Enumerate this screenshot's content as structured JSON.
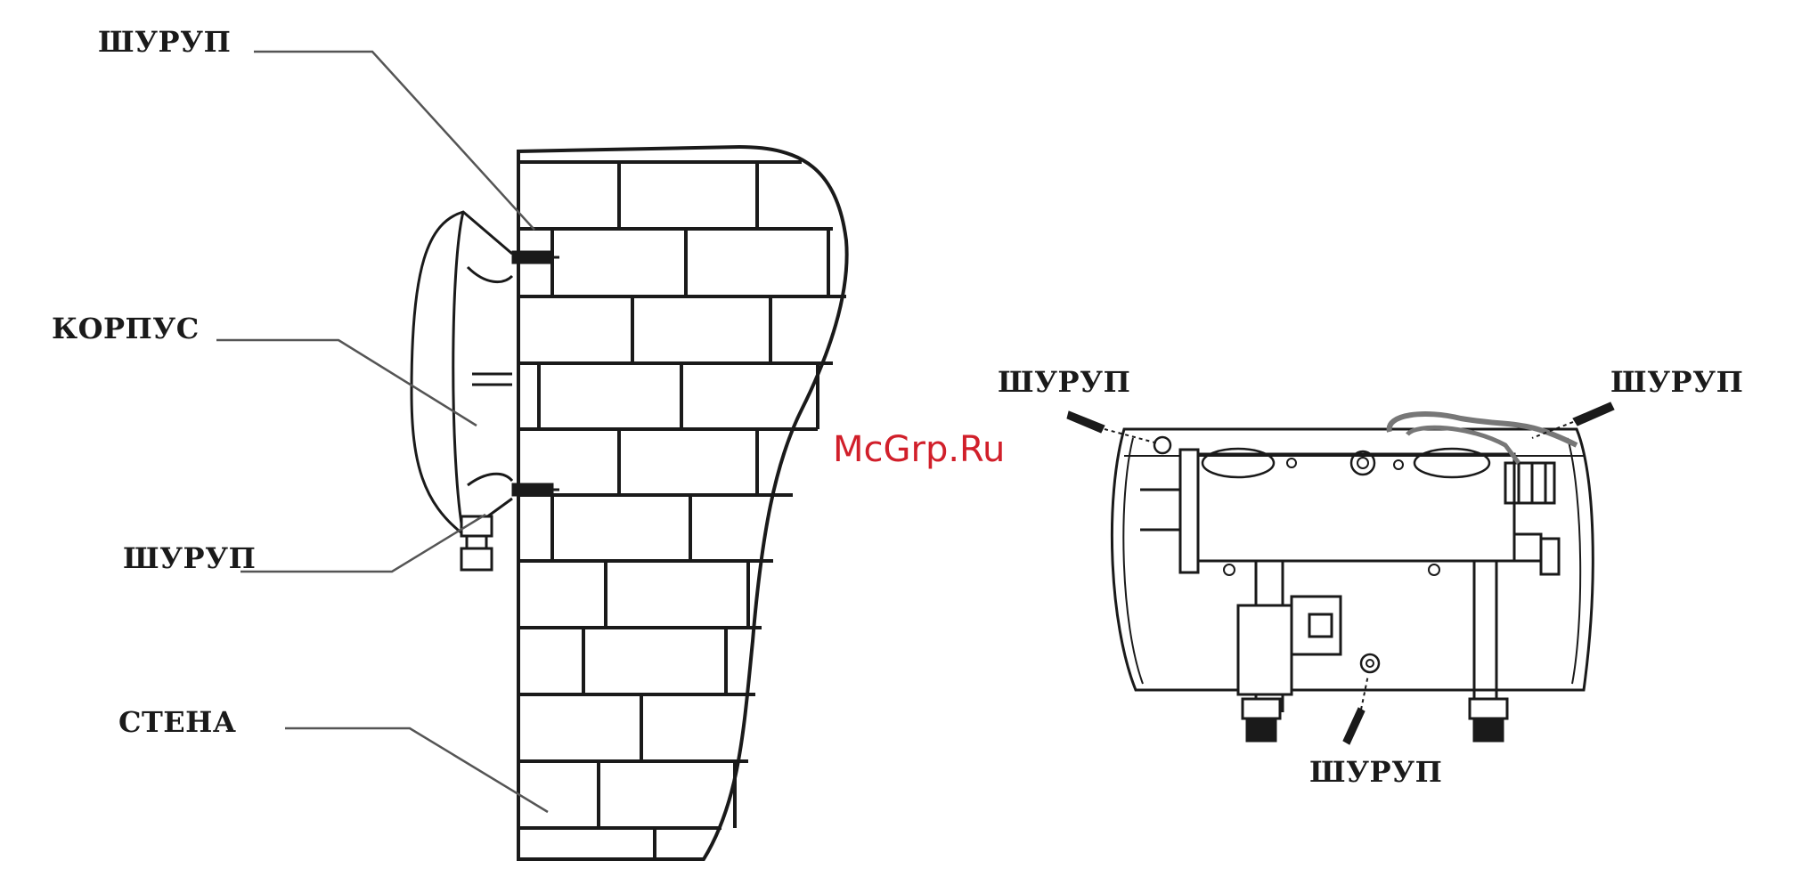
{
  "labels": {
    "left_screw_top": "ШУРУП",
    "left_body": "КОРПУС",
    "left_screw_bottom": "ШУРУП",
    "left_wall": "СТЕНА",
    "right_screw_left": "ШУРУП",
    "right_screw_right": "ШУРУП",
    "right_screw_bottom": "ШУРУП"
  },
  "watermark": "McGrp.Ru",
  "colors": {
    "line": "#1a1a1a",
    "leader": "#555555",
    "watermark": "#d11f2a"
  }
}
